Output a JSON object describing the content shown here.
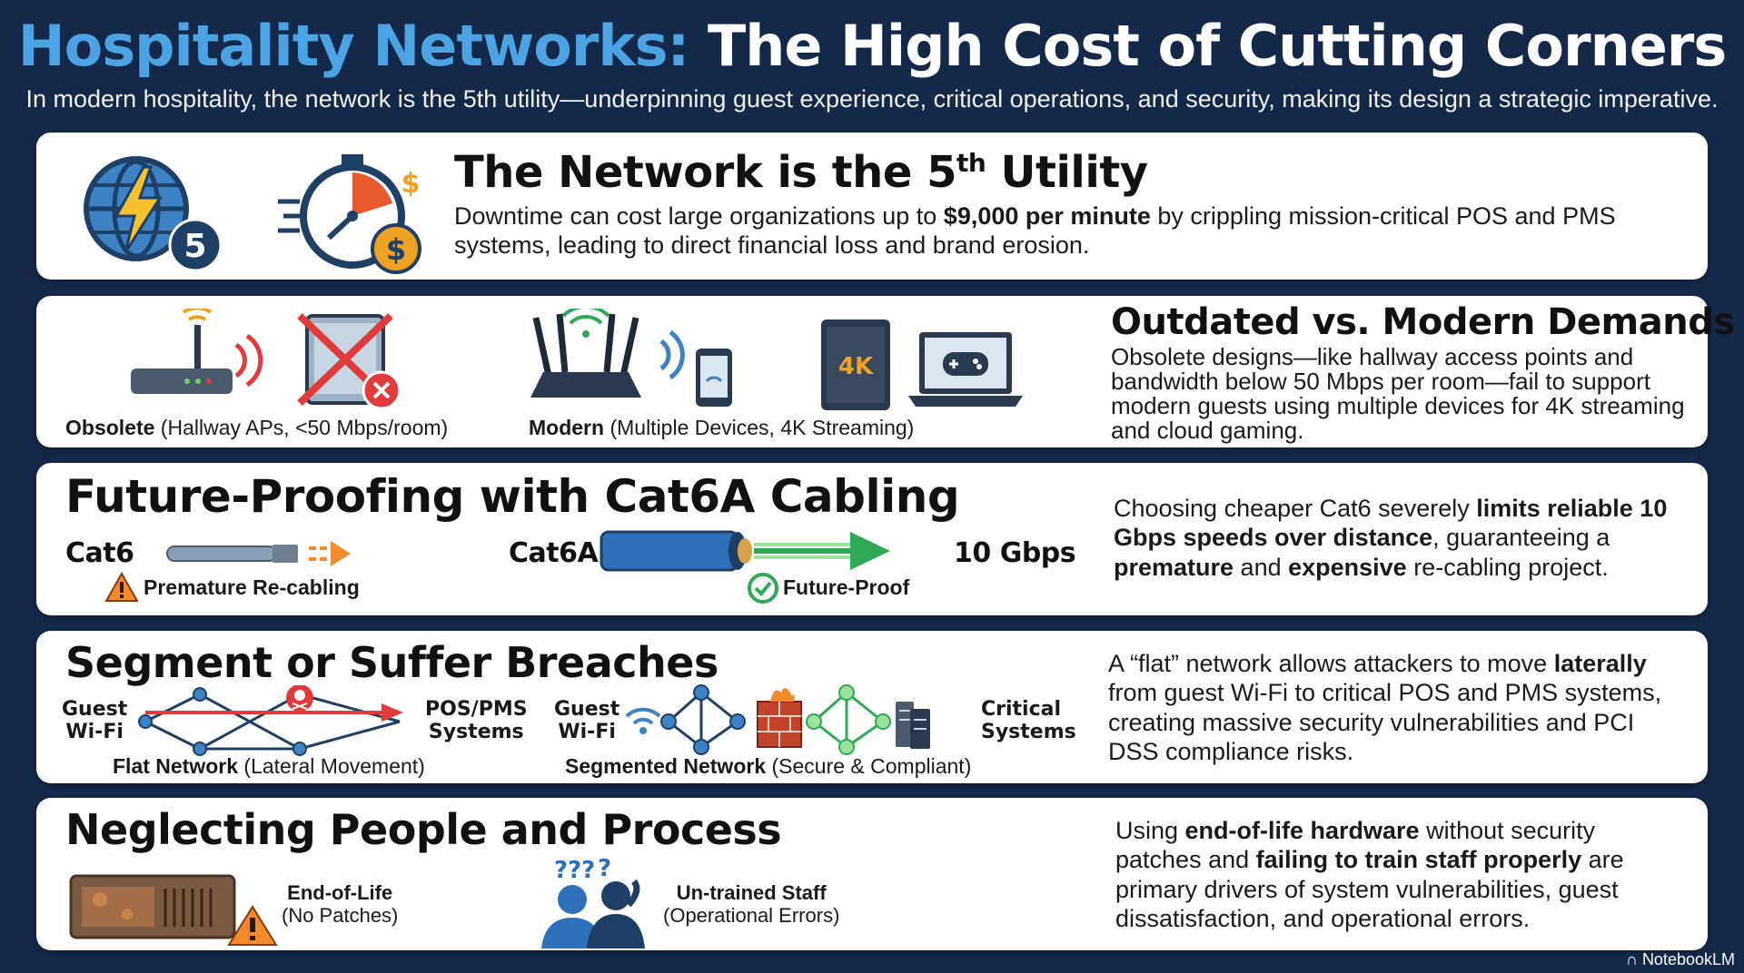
{
  "header": {
    "title_accent": "Hospitality Networks:",
    "title_rest": "The High Cost of Cutting Corners",
    "subtitle": "In modern hospitality, the network is the 5th utility—underpinning guest experience, critical operations, and security, making its design a strategic imperative."
  },
  "utility": {
    "heading": "The Network is the 5",
    "heading_sup": "th",
    "heading_end": " Utility",
    "badge": "5",
    "text_pre": "Downtime can cost large organizations up to ",
    "text_bold": "$9,000 per minute",
    "text_post": " by crippling mission-critical POS and PMS systems, leading to direct financial loss and brand erosion."
  },
  "demands": {
    "heading": "Outdated vs. Modern Demands",
    "obsolete_bold": "Obsolete",
    "obsolete_rest": " (Hallway APs, <50 Mbps/room)",
    "modern_bold": "Modern",
    "modern_rest": " (Multiple Devices, 4K Streaming)",
    "tablet_text": "4K",
    "text": "Obsolete designs—like hallway access points and bandwidth below 50 Mbps per room—fail to support modern guests using multiple devices for 4K streaming and cloud gaming."
  },
  "cabling": {
    "heading": "Future-Proofing with Cat6A Cabling",
    "cat6_label": "Cat6",
    "cat6_warning": "Premature Re-cabling",
    "cat6a_label": "Cat6A",
    "speed": "10 Gbps",
    "future_label": "Future-Proof",
    "text_1": "Choosing cheaper Cat6 severely ",
    "text_2": "limits reliable 10 Gbps speeds over distance",
    "text_3": ", guaranteeing a ",
    "text_4": "premature",
    "text_5": " and ",
    "text_6": "expensive",
    "text_7": " re-cabling project."
  },
  "segment": {
    "heading": "Segment or Suffer Breaches",
    "flat_guest": "Guest\nWi-Fi",
    "flat_pos": "POS/PMS\nSystems",
    "flat_bold": "Flat Network",
    "flat_rest": " (Lateral Movement)",
    "seg_guest": "Guest\nWi-Fi",
    "seg_critical": "Critical\nSystems",
    "seg_bold": "Segmented Network",
    "seg_rest": " (Secure & Compliant)",
    "text_1": "A “flat” network allows attackers to move ",
    "text_2": "laterally",
    "text_3": " from guest Wi-Fi to critical POS and PMS systems, creating massive security vulnerabilities and PCI DSS compliance risks."
  },
  "people": {
    "heading": "Neglecting People and Process",
    "eol_title": "End-of-Life",
    "eol_sub": "(No Patches)",
    "staff_title": "Un-trained Staff",
    "staff_sub": "(Operational Errors)",
    "text_1": "Using ",
    "text_2": "end-of-life hardware",
    "text_3": " without security patches and ",
    "text_4": "failing to train staff properly",
    "text_5": " are primary drivers of system vulnerabilities, guest dissatisfaction, and operational errors."
  },
  "footer": {
    "brand": "NotebookLM"
  },
  "colors": {
    "background": "#14294a",
    "accent_blue": "#4ba3e3",
    "danger_red": "#e23b3b",
    "success_green": "#2eaa54",
    "warning_orange": "#f28a2e",
    "navy_icon": "#1e3f66"
  }
}
